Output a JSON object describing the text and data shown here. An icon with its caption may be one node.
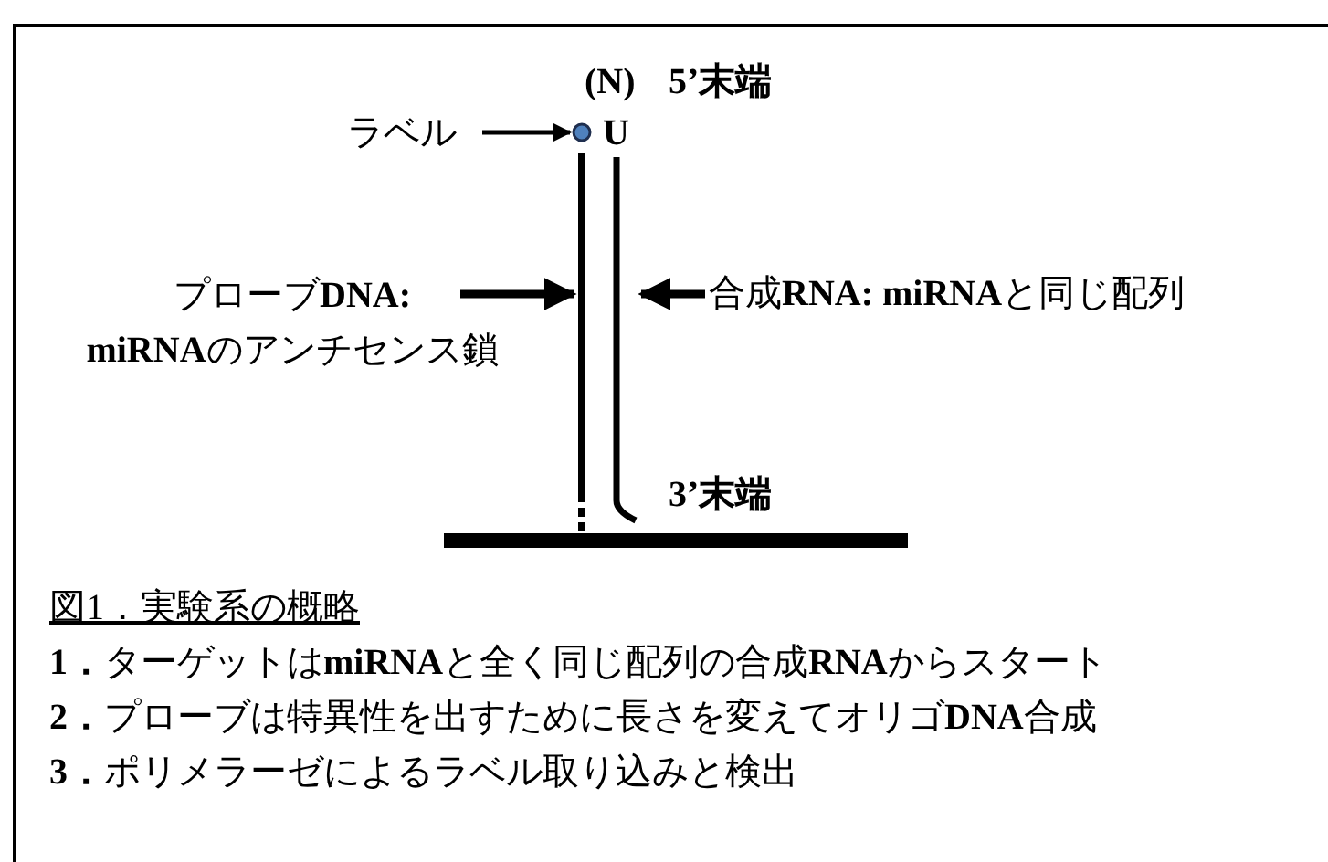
{
  "diagram": {
    "caption": "図1．実験系の概略",
    "nodes": [
      {
        "text": [
          "ラベル"
        ]
      },
      {
        "text": [],
        "shape": "circle"
      },
      {
        "text": [
          "プローブ**DNA:** **miRNA**のアンチセンス鎖"
        ]
      },
      {
        "text": [],
        "shape": "line"
      },
      {
        "text": [
          "合成**RNA: miRNA**と同じ配列"
        ]
      },
      {
        "text": [],
        "shape": "line"
      }
    ],
    "edges": [
      {
        "from": 0,
        "to": 1,
        "arrow": "to"
      },
      {
        "from": 2,
        "to": 3,
        "arrow": "to"
      },
      {
        "from": 4,
        "to": 5,
        "arrow": "to"
      }
    ],
    "labels": [
      "(N)",
      "5’末端",
      "U",
      "3’末端",
      "**1．**ターゲットは**miRNA**と全く同じ配列の合成**RNA**からスタート",
      "**2．**プローブは特異性を出すために長さを変えてオリゴ**DNA**合成",
      "**3．**ポリメラーゼによるラベル取り込みと検出"
    ]
  }
}
